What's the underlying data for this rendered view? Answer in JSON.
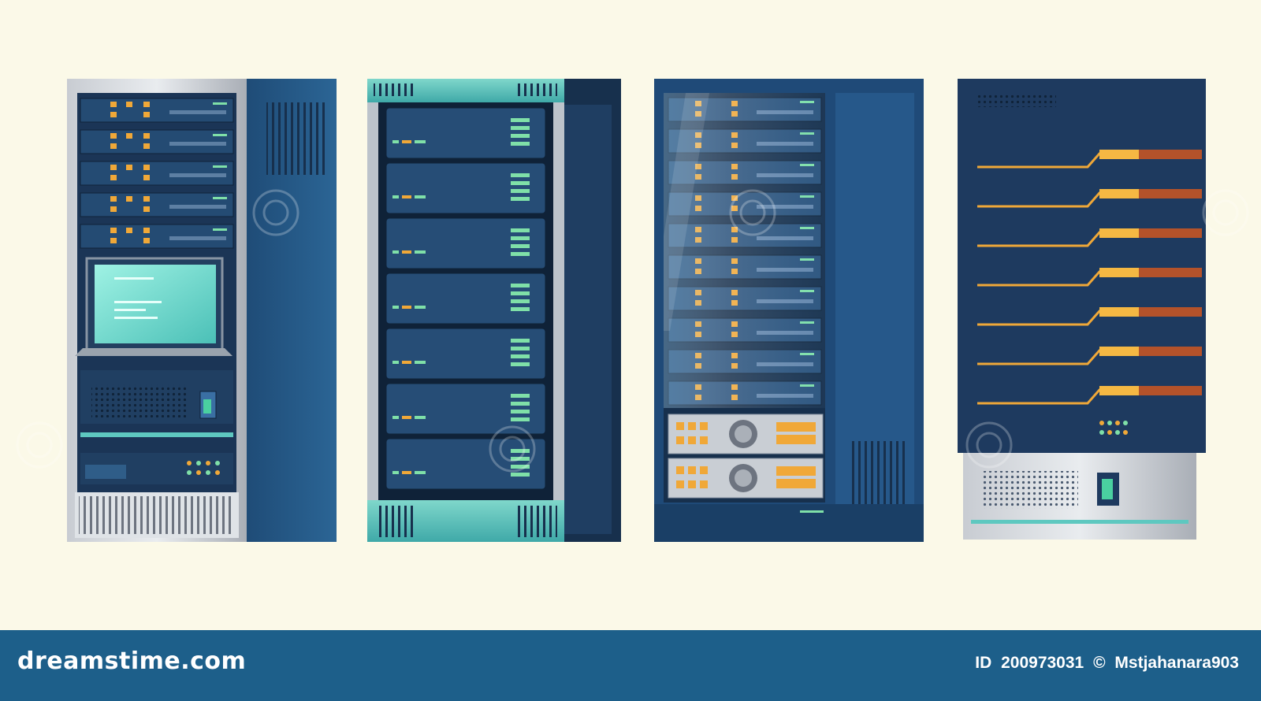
{
  "footer": {
    "logo_text": "dreamstime.com",
    "id_label": "ID",
    "id_value": "200973031",
    "copyright": "©",
    "author": "Mstjahanara903"
  },
  "watermark": {
    "text": "dreamstime"
  },
  "colors": {
    "background": "#fbf9e8",
    "footer": "#1d5f8a",
    "rack_dark": "#1e3a5f",
    "rack_mid": "#2a5a85",
    "accent_teal": "#5ec8c0",
    "led_green": "#7fe0a8",
    "led_orange": "#f0a838"
  },
  "racks": [
    {
      "name": "rack-with-monitor"
    },
    {
      "name": "open-frame-rack"
    },
    {
      "name": "glass-door-rack"
    },
    {
      "name": "closed-cabinet-rack"
    }
  ]
}
